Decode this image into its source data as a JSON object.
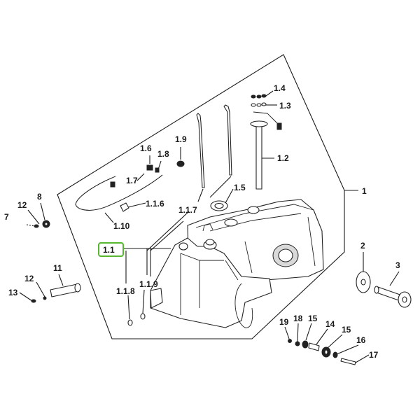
{
  "callouts": {
    "c1": "1",
    "c1_1": "1.1",
    "c1_1_6": "1.1.6",
    "c1_1_7": "1.1.7",
    "c1_1_8": "1.1.8",
    "c1_1_9": "1.1.9",
    "c1_2": "1.2",
    "c1_3": "1.3",
    "c1_4": "1.4",
    "c1_5": "1.5",
    "c1_6": "1.6",
    "c1_7": "1.7",
    "c1_8": "1.8",
    "c1_9": "1.9",
    "c1_10": "1.10",
    "c2": "2",
    "c3": "3",
    "c7": "7",
    "c8": "8",
    "c11": "11",
    "c12a": "12",
    "c12b": "12",
    "c13": "13",
    "c14": "14",
    "c15a": "15",
    "c15b": "15",
    "c16": "16",
    "c17": "17",
    "c18": "18",
    "c19": "19"
  },
  "highlight_color": "#55b82e"
}
